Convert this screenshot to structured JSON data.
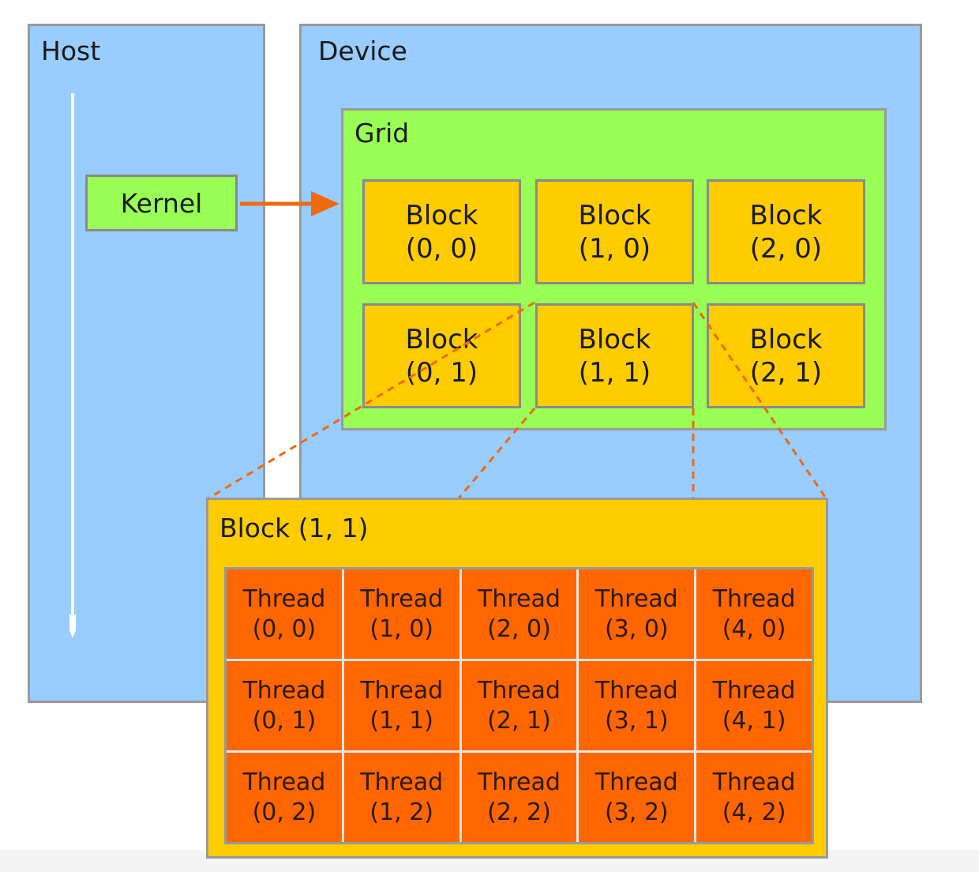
{
  "host": {
    "title": "Host"
  },
  "device": {
    "title": "Device"
  },
  "kernel": {
    "label": "Kernel"
  },
  "grid": {
    "title": "Grid",
    "blocks": [
      {
        "name": "Block",
        "coord": "(0, 0)"
      },
      {
        "name": "Block",
        "coord": "(1, 0)"
      },
      {
        "name": "Block",
        "coord": "(2, 0)"
      },
      {
        "name": "Block",
        "coord": "(0, 1)"
      },
      {
        "name": "Block",
        "coord": "(1, 1)"
      },
      {
        "name": "Block",
        "coord": "(2, 1)"
      }
    ]
  },
  "block_detail": {
    "title": "Block (1, 1)",
    "threads": [
      {
        "name": "Thread",
        "coord": "(0, 0)"
      },
      {
        "name": "Thread",
        "coord": "(1, 0)"
      },
      {
        "name": "Thread",
        "coord": "(2, 0)"
      },
      {
        "name": "Thread",
        "coord": "(3, 0)"
      },
      {
        "name": "Thread",
        "coord": "(4, 0)"
      },
      {
        "name": "Thread",
        "coord": "(0, 1)"
      },
      {
        "name": "Thread",
        "coord": "(1, 1)"
      },
      {
        "name": "Thread",
        "coord": "(2, 1)"
      },
      {
        "name": "Thread",
        "coord": "(3, 1)"
      },
      {
        "name": "Thread",
        "coord": "(4, 1)"
      },
      {
        "name": "Thread",
        "coord": "(0, 2)"
      },
      {
        "name": "Thread",
        "coord": "(1, 2)"
      },
      {
        "name": "Thread",
        "coord": "(2, 2)"
      },
      {
        "name": "Thread",
        "coord": "(3, 2)"
      },
      {
        "name": "Thread",
        "coord": "(4, 2)"
      }
    ]
  },
  "colors": {
    "panel": "#99ccff",
    "grid": "#99ff55",
    "block": "#ffcc00",
    "thread": "#ff6600",
    "arrow": "#ee6a10",
    "border": "#9a9a9a"
  },
  "icons": {
    "timeline": "down-arrow-icon",
    "launch": "right-arrow-icon"
  }
}
